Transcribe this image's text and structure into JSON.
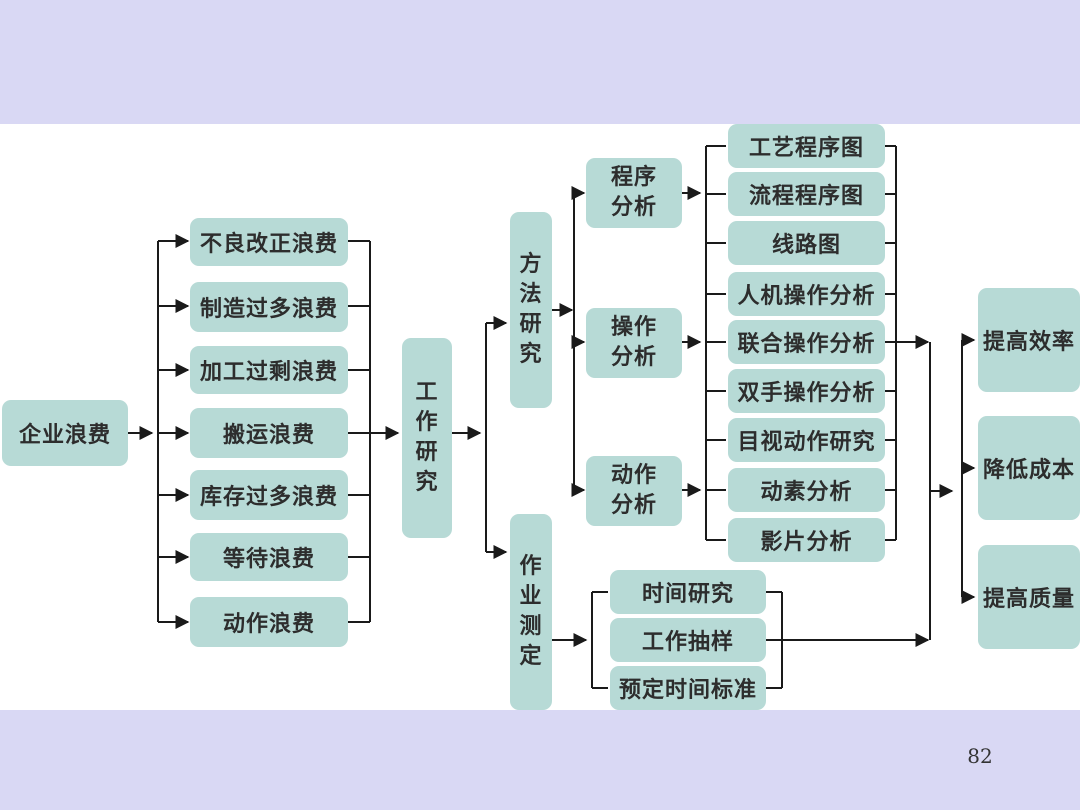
{
  "colors": {
    "band": "#d9d8f4",
    "box": "#b7dad6",
    "line": "#1a1a1a",
    "text": "#2d2d2d"
  },
  "page_number": "82",
  "source": "企业浪费",
  "wastes": [
    "不良改正浪费",
    "制造过多浪费",
    "加工过剩浪费",
    "搬运浪费",
    "库存过多浪费",
    "等待浪费",
    "动作浪费"
  ],
  "work_study": "工作研究",
  "method_study": "方法研究",
  "work_measurement": "作业测定",
  "process_analysis": {
    "line1": "程序",
    "line2": "分析"
  },
  "operation_analysis": {
    "line1": "操作",
    "line2": "分析"
  },
  "motion_analysis": {
    "line1": "动作",
    "line2": "分析"
  },
  "process_items": [
    "工艺程序图",
    "流程程序图",
    "线路图"
  ],
  "operation_items": [
    "人机操作分析",
    "联合操作分析",
    "双手操作分析"
  ],
  "motion_items": [
    "目视动作研究",
    "动素分析",
    "影片分析"
  ],
  "measurement_items": [
    "时间研究",
    "工作抽样",
    "预定时间标准"
  ],
  "outcomes": [
    "提高效率",
    "降低成本",
    "提高质量"
  ]
}
